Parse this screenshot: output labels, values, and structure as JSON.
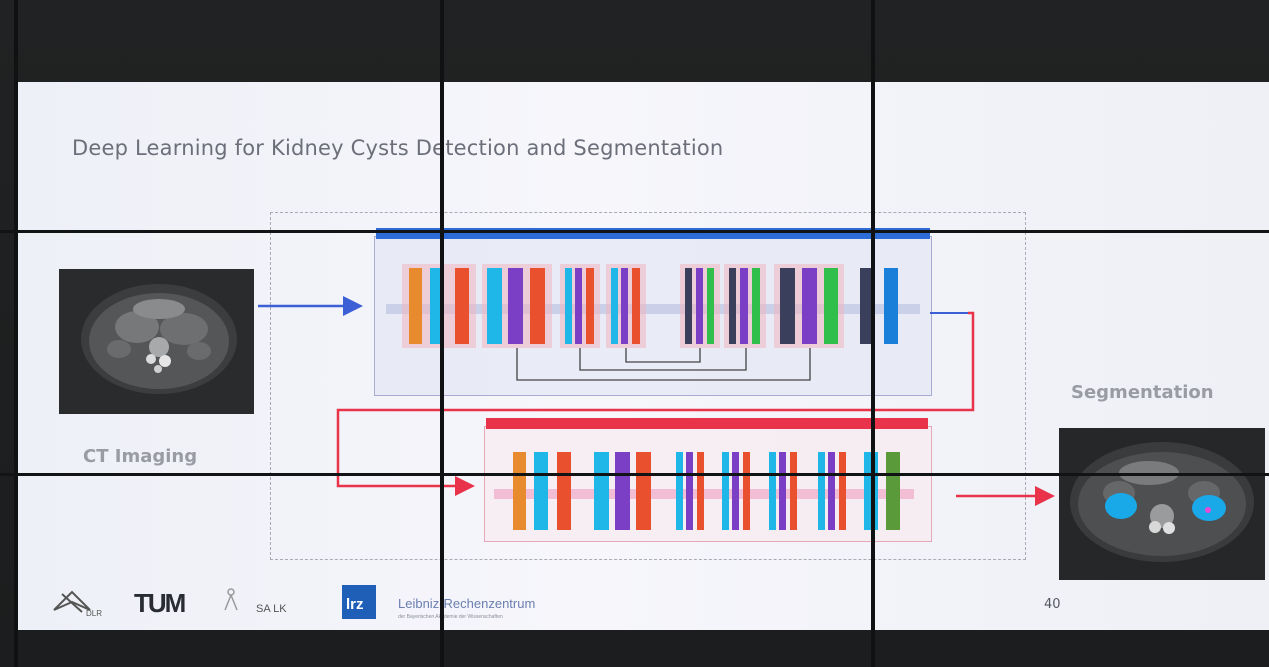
{
  "slide": {
    "title": "Deep Learning for Kidney Cysts Detection and Segmentation",
    "input_label": "CT Imaging",
    "output_label": "Segmentation",
    "page_number": "40"
  },
  "logos": {
    "dlr": "DLR",
    "tum": "TUM",
    "salk": "SA LK",
    "lrz": "lrz",
    "lrz_name": "Leibniz-Rechenzentrum",
    "lrz_sub": "der Bayerischen Akademie der Wissenschaften"
  },
  "colors": {
    "orange": "#e88a2e",
    "cyan": "#1fb6e8",
    "red_orange": "#e8502e",
    "purple": "#7a3fc4",
    "green": "#2fbf4a",
    "navy": "#3a3f5c",
    "blue": "#1a7fd8",
    "olive": "#5a9a3a",
    "top_bar": "#2d6bd6",
    "bottom_bar": "#e8334a",
    "arrow_blue": "#3d5fd6",
    "arrow_red": "#e8334a"
  }
}
